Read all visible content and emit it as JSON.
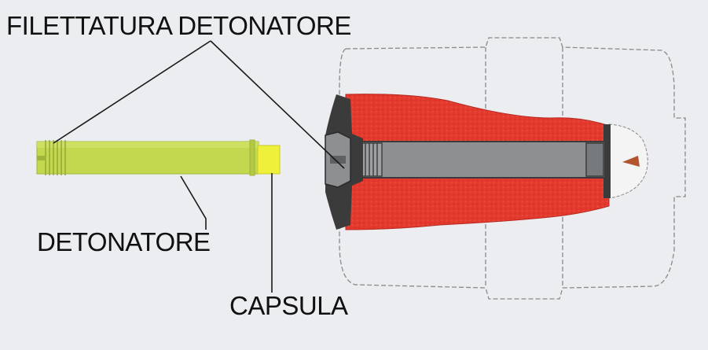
{
  "labels": {
    "filettatura": "FILETTATURA DETONATORE",
    "detonatore": "DETONATORE",
    "capsula": "CAPSULA"
  },
  "colors": {
    "background": "#ecedf0",
    "detonator_body": "#c3d84e",
    "capsule": "#eef03a",
    "explosive_fill": "#e43a2e",
    "metal_dark": "#3b3b3b",
    "tube_grey": "#8d8f91",
    "outline_dashed": "#8a8a8a",
    "leader_line": "#1a1a1a"
  }
}
